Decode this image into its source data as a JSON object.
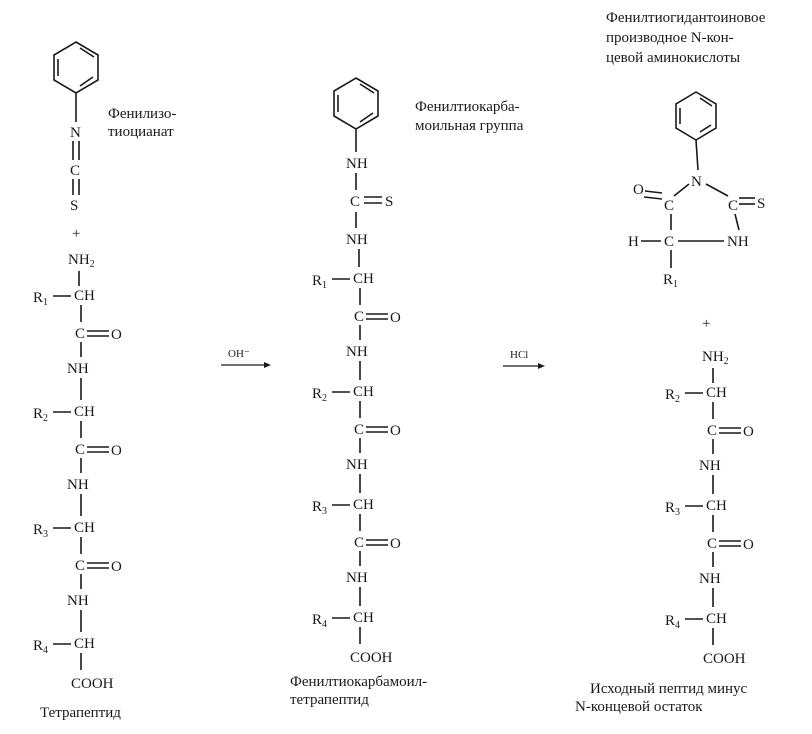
{
  "labels": {
    "reagent_name_line1": "Фенилизо-",
    "reagent_name_line2": "тиоцианат",
    "group_name_line1": "Фенилтиокарба-",
    "group_name_line2": "моильная группа",
    "product_name_line1": "Фенилтиогидантоиновое",
    "product_name_line2": "производное N-кон-",
    "product_name_line3": "цевой аминокислоты",
    "left_caption": "Тетрапептид",
    "middle_caption_line1": "Фенилтиокарбамоил-",
    "middle_caption_line2": "тетрапептид",
    "right_caption_line1": "Исходный пептид минус",
    "right_caption_line2": "N-концевой остаток"
  },
  "reagents": {
    "step1": "OH⁻",
    "step2": "HCl"
  },
  "symbols": {
    "plus": "+",
    "N": "N",
    "C": "C",
    "S": "S",
    "O": "O",
    "NH": "NH",
    "CH": "CH",
    "H": "H",
    "COOH": "COOH",
    "NH2_main": "NH",
    "NH2_sub": "2",
    "R": "R",
    "r1": "1",
    "r2": "2",
    "r3": "3",
    "r4": "4"
  },
  "icons": {
    "benzene": "benzene-ring-icon",
    "arrow": "reaction-arrow-icon"
  }
}
